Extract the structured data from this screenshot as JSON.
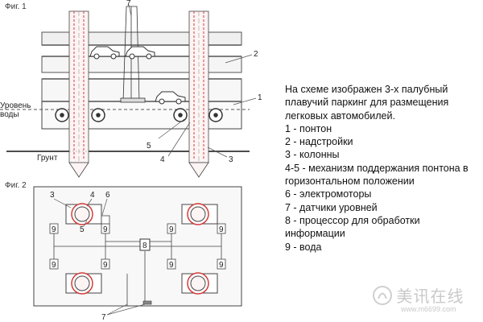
{
  "fig1": {
    "label": "Фиг. 1",
    "water_label_line1": "Уровень",
    "water_label_line2": "воды",
    "ground_label": "Грунт",
    "callouts": [
      "7",
      "2",
      "1",
      "5",
      "4",
      "3"
    ]
  },
  "fig2": {
    "label": "Фиг. 2",
    "callouts": [
      "3",
      "4",
      "6",
      "5",
      "7"
    ],
    "nines": [
      "9",
      "9",
      "9",
      "9",
      "9",
      "9",
      "9",
      "9"
    ],
    "processor": "8"
  },
  "legend": {
    "intro": "На схеме изображен 3-х палубный плавучий паркинг для размещения легковых автомобилей.",
    "items": [
      "1 - понтон",
      "2 - надстройки",
      "3 - колонны",
      "4-5 - механизм поддержания понтона в горизонтальном положении",
      "6 - электромоторы",
      "7 - датчики уровней",
      "8 - процессор для обработки информации",
      "9 - вода"
    ]
  },
  "watermark": {
    "text": "美讯在线",
    "url": "www.m6699.com"
  },
  "colors": {
    "line": "#333333",
    "accent": "#d23c3c",
    "watermark": "#c9c9c9"
  }
}
